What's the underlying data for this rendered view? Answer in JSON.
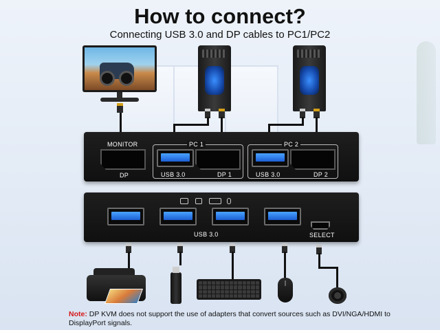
{
  "header": {
    "title": "How to connect?",
    "subtitle": "Connecting USB 3.0 and DP cables to PC1/PC2"
  },
  "front_panel": {
    "monitor_label": "MONITOR",
    "monitor_port_label": "DP",
    "pc1_label": "PC 1",
    "pc1_usb_label": "USB 3.0",
    "pc1_dp_label": "DP 1",
    "pc2_label": "PC 2",
    "pc2_usb_label": "USB 3.0",
    "pc2_dp_label": "DP 2"
  },
  "back_panel": {
    "usb_label": "USB 3.0",
    "select_label": "SELECT"
  },
  "note": {
    "prefix": "Note:",
    "text": " DP KVM does not support the use of adapters that convert sources such as DVI/NGA/HDMI to DisplayPort signals."
  },
  "icons": [
    "monitor-icon",
    "pc-tower-icon",
    "printer-icon",
    "usb-drive-icon",
    "keyboard-icon",
    "mouse-icon",
    "switch-button-icon"
  ]
}
